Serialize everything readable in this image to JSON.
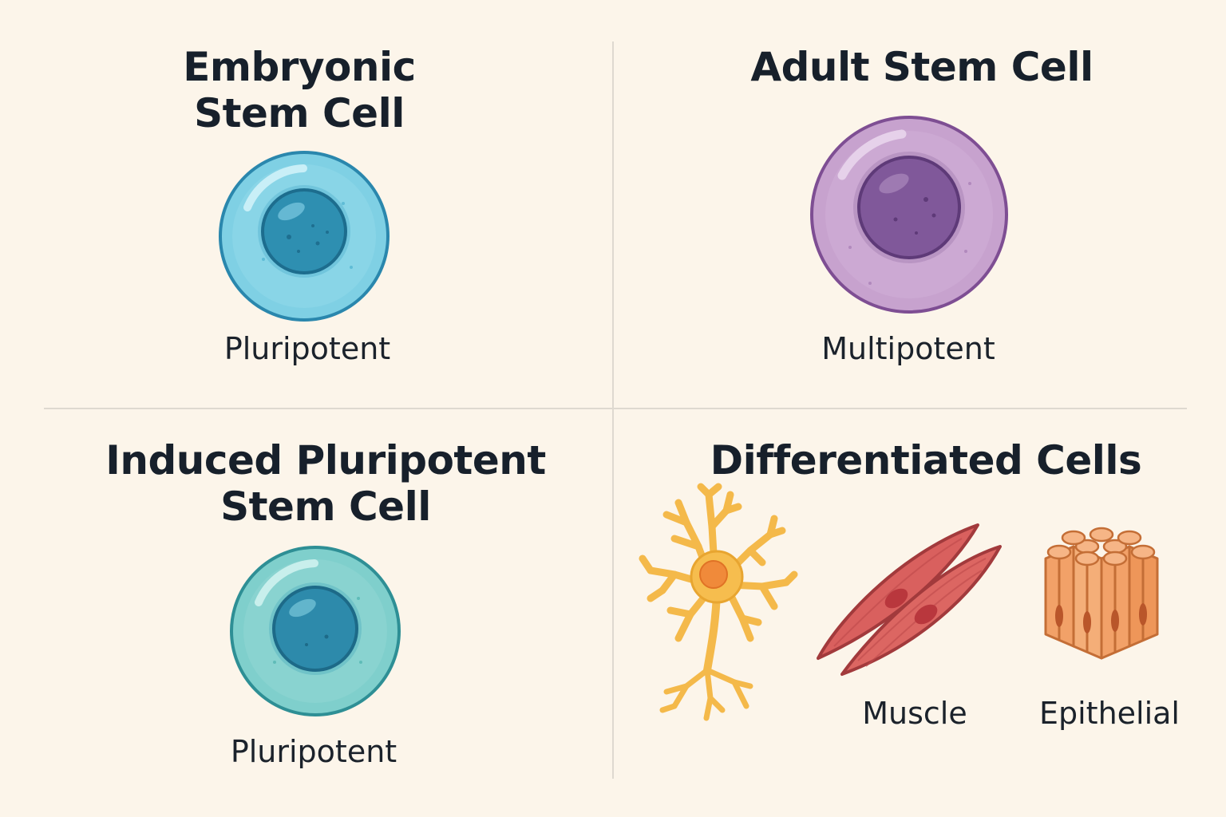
{
  "quadrants": {
    "embryonic": {
      "title_line1": "Embryonic",
      "title_line2": "Stem Cell",
      "label": "Pluripotent"
    },
    "adult": {
      "title": "Adult Stem Cell",
      "label": "Multipotent"
    },
    "induced": {
      "title_line1": "Induced Pluripotent",
      "title_line2": "Stem Cell",
      "label": "Pluripotent"
    },
    "differentiated": {
      "title": "Differentiated Cells",
      "muscle_label": "Muscle",
      "epithelial_label": "Epithelial"
    }
  },
  "colors": {
    "background": "#fcf5ea",
    "embryonic_cell": "#7fd0e4",
    "adult_cell": "#c7a2ce",
    "induced_cell": "#7fcfcc",
    "neuron": "#f4b94a",
    "muscle": "#d9605e",
    "epithelial": "#f2a168"
  }
}
